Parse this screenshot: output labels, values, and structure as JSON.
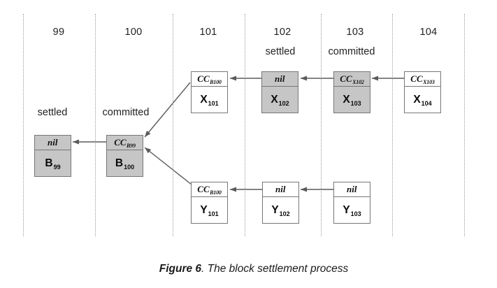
{
  "diagram": {
    "columns": [
      {
        "number": "99"
      },
      {
        "number": "100"
      },
      {
        "number": "101"
      },
      {
        "number": "102"
      },
      {
        "number": "103"
      },
      {
        "number": "104"
      }
    ],
    "status_labels": [
      {
        "text": "settled",
        "over": "B_99"
      },
      {
        "text": "committed",
        "over": "B_100"
      },
      {
        "text": "settled",
        "over": "X_102"
      },
      {
        "text": "committed",
        "over": "X_103"
      }
    ],
    "nodes": [
      {
        "id": "B_99",
        "pointer": "nil",
        "pointer_sub": "",
        "label": "B",
        "label_sub": "99",
        "shaded": true
      },
      {
        "id": "B_100",
        "pointer": "CC",
        "pointer_sub": "B99",
        "label": "B",
        "label_sub": "100",
        "shaded": true
      },
      {
        "id": "X_101",
        "pointer": "CC",
        "pointer_sub": "B100",
        "label": "X",
        "label_sub": "101",
        "shaded": false
      },
      {
        "id": "X_102",
        "pointer": "nil",
        "pointer_sub": "",
        "label": "X",
        "label_sub": "102",
        "shaded": true
      },
      {
        "id": "X_103",
        "pointer": "CC",
        "pointer_sub": "X102",
        "label": "X",
        "label_sub": "103",
        "shaded": true
      },
      {
        "id": "X_104",
        "pointer": "CC",
        "pointer_sub": "X103",
        "label": "X",
        "label_sub": "104",
        "shaded": false
      },
      {
        "id": "Y_101",
        "pointer": "CC",
        "pointer_sub": "B100",
        "label": "Y",
        "label_sub": "101",
        "shaded": false
      },
      {
        "id": "Y_102",
        "pointer": "nil",
        "pointer_sub": "",
        "label": "Y",
        "label_sub": "102",
        "shaded": false
      },
      {
        "id": "Y_103",
        "pointer": "nil",
        "pointer_sub": "",
        "label": "Y",
        "label_sub": "103",
        "shaded": false
      }
    ],
    "edges": [
      {
        "from": "X_104",
        "to": "X_103"
      },
      {
        "from": "X_103",
        "to": "X_102"
      },
      {
        "from": "X_102",
        "to": "X_101"
      },
      {
        "from": "X_101",
        "to": "B_100"
      },
      {
        "from": "Y_101",
        "to": "B_100"
      },
      {
        "from": "Y_102",
        "to": "Y_101"
      },
      {
        "from": "Y_103",
        "to": "Y_102"
      },
      {
        "from": "B_100",
        "to": "B_99"
      }
    ],
    "colors": {
      "shaded_fill": "#c6c6c6",
      "box_border": "#777777",
      "arrow": "#5a5a5a",
      "divider": "#9b9b9b"
    }
  },
  "caption": {
    "label": "Figure 6",
    "text": ". The block settlement process"
  }
}
